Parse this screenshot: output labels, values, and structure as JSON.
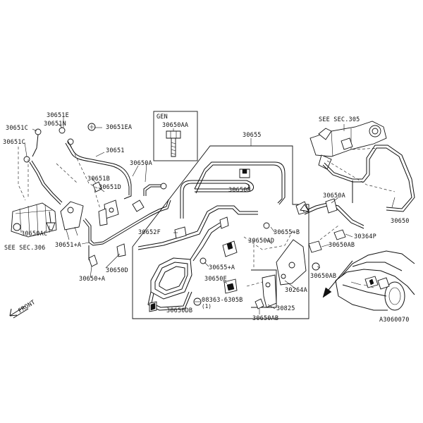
{
  "labels": {
    "l_30651E": "30651E",
    "l_30651N": "30651N",
    "l_30651C_1": "30651C",
    "l_30651C_2": "30651C",
    "l_30651EA": "30651EA",
    "l_30651": "30651",
    "l_30650A_top": "30650A",
    "l_30651B": "30651B",
    "l_30651D": "30651D",
    "l_30650AC": "30650AC",
    "l_see_sec306": "SEE SEC.306",
    "l_30651A": "30651+A",
    "l_30650D": "30650D",
    "l_30650A_plus": "30650+A",
    "l_gen": "GEN",
    "l_30650AA": "30650AA",
    "l_30655": "30655",
    "l_30650B": "30650B",
    "l_30652F": "30652F",
    "l_30655B": "30655+B",
    "l_30650AD": "30650AD",
    "l_30655A": "30655+A",
    "l_30650E": "30650E",
    "l_08363": "08363-6305B",
    "l_08363_qty": "(1)",
    "l_30650DB": "30650DB",
    "l_30264A": "30264A",
    "l_30825": "30825",
    "l_30650AB_bottom": "30650AB",
    "l_see_sec305": "SEE SEC.305",
    "l_30650A_right": "30650A",
    "l_30650": "30650",
    "l_30364P": "30364P",
    "l_30650AB_right": "30650AB",
    "l_30650AB_mid": "30650AB",
    "l_front": "FRONT",
    "l_code": "A3060070"
  }
}
